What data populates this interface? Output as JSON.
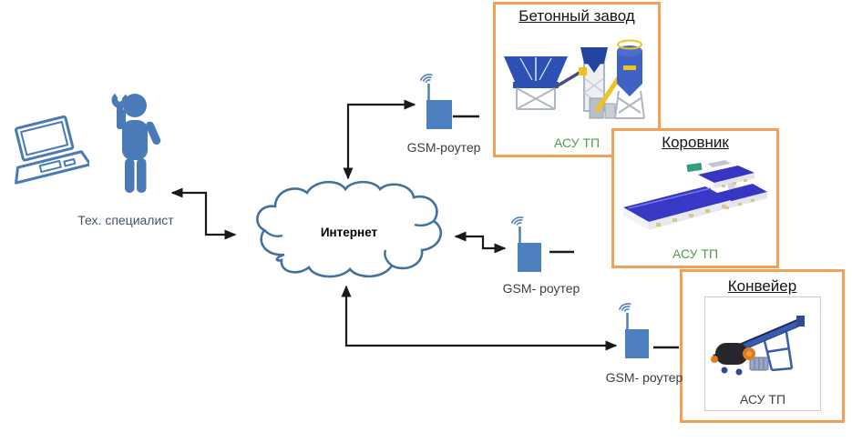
{
  "diagram": {
    "specialist": {
      "label": "Тех. специалист"
    },
    "cloud": {
      "label": "Интернет"
    },
    "routers": [
      {
        "label": "GSM-роутер"
      },
      {
        "label": "GSM- роутер"
      },
      {
        "label": "GSM- роутер"
      }
    ],
    "sites": [
      {
        "title": "Бетонный завод",
        "system_label": "АСУ ТП",
        "system_label_color": "#4e9b4e"
      },
      {
        "title": "Коровник",
        "system_label": "АСУ ТП",
        "system_label_color": "#4e9b4e"
      },
      {
        "title": "Конвейер",
        "system_label": "АСУ ТП",
        "system_label_color": "#3f3f3f"
      }
    ],
    "colors": {
      "box_border": "#f0a155",
      "cloud_outline": "#41719c",
      "device_blue": "#4e7fbe",
      "figure_blue": "#4a7ab8",
      "arrow": "#1a1a1a",
      "system_green": "#4e9b4e"
    }
  }
}
